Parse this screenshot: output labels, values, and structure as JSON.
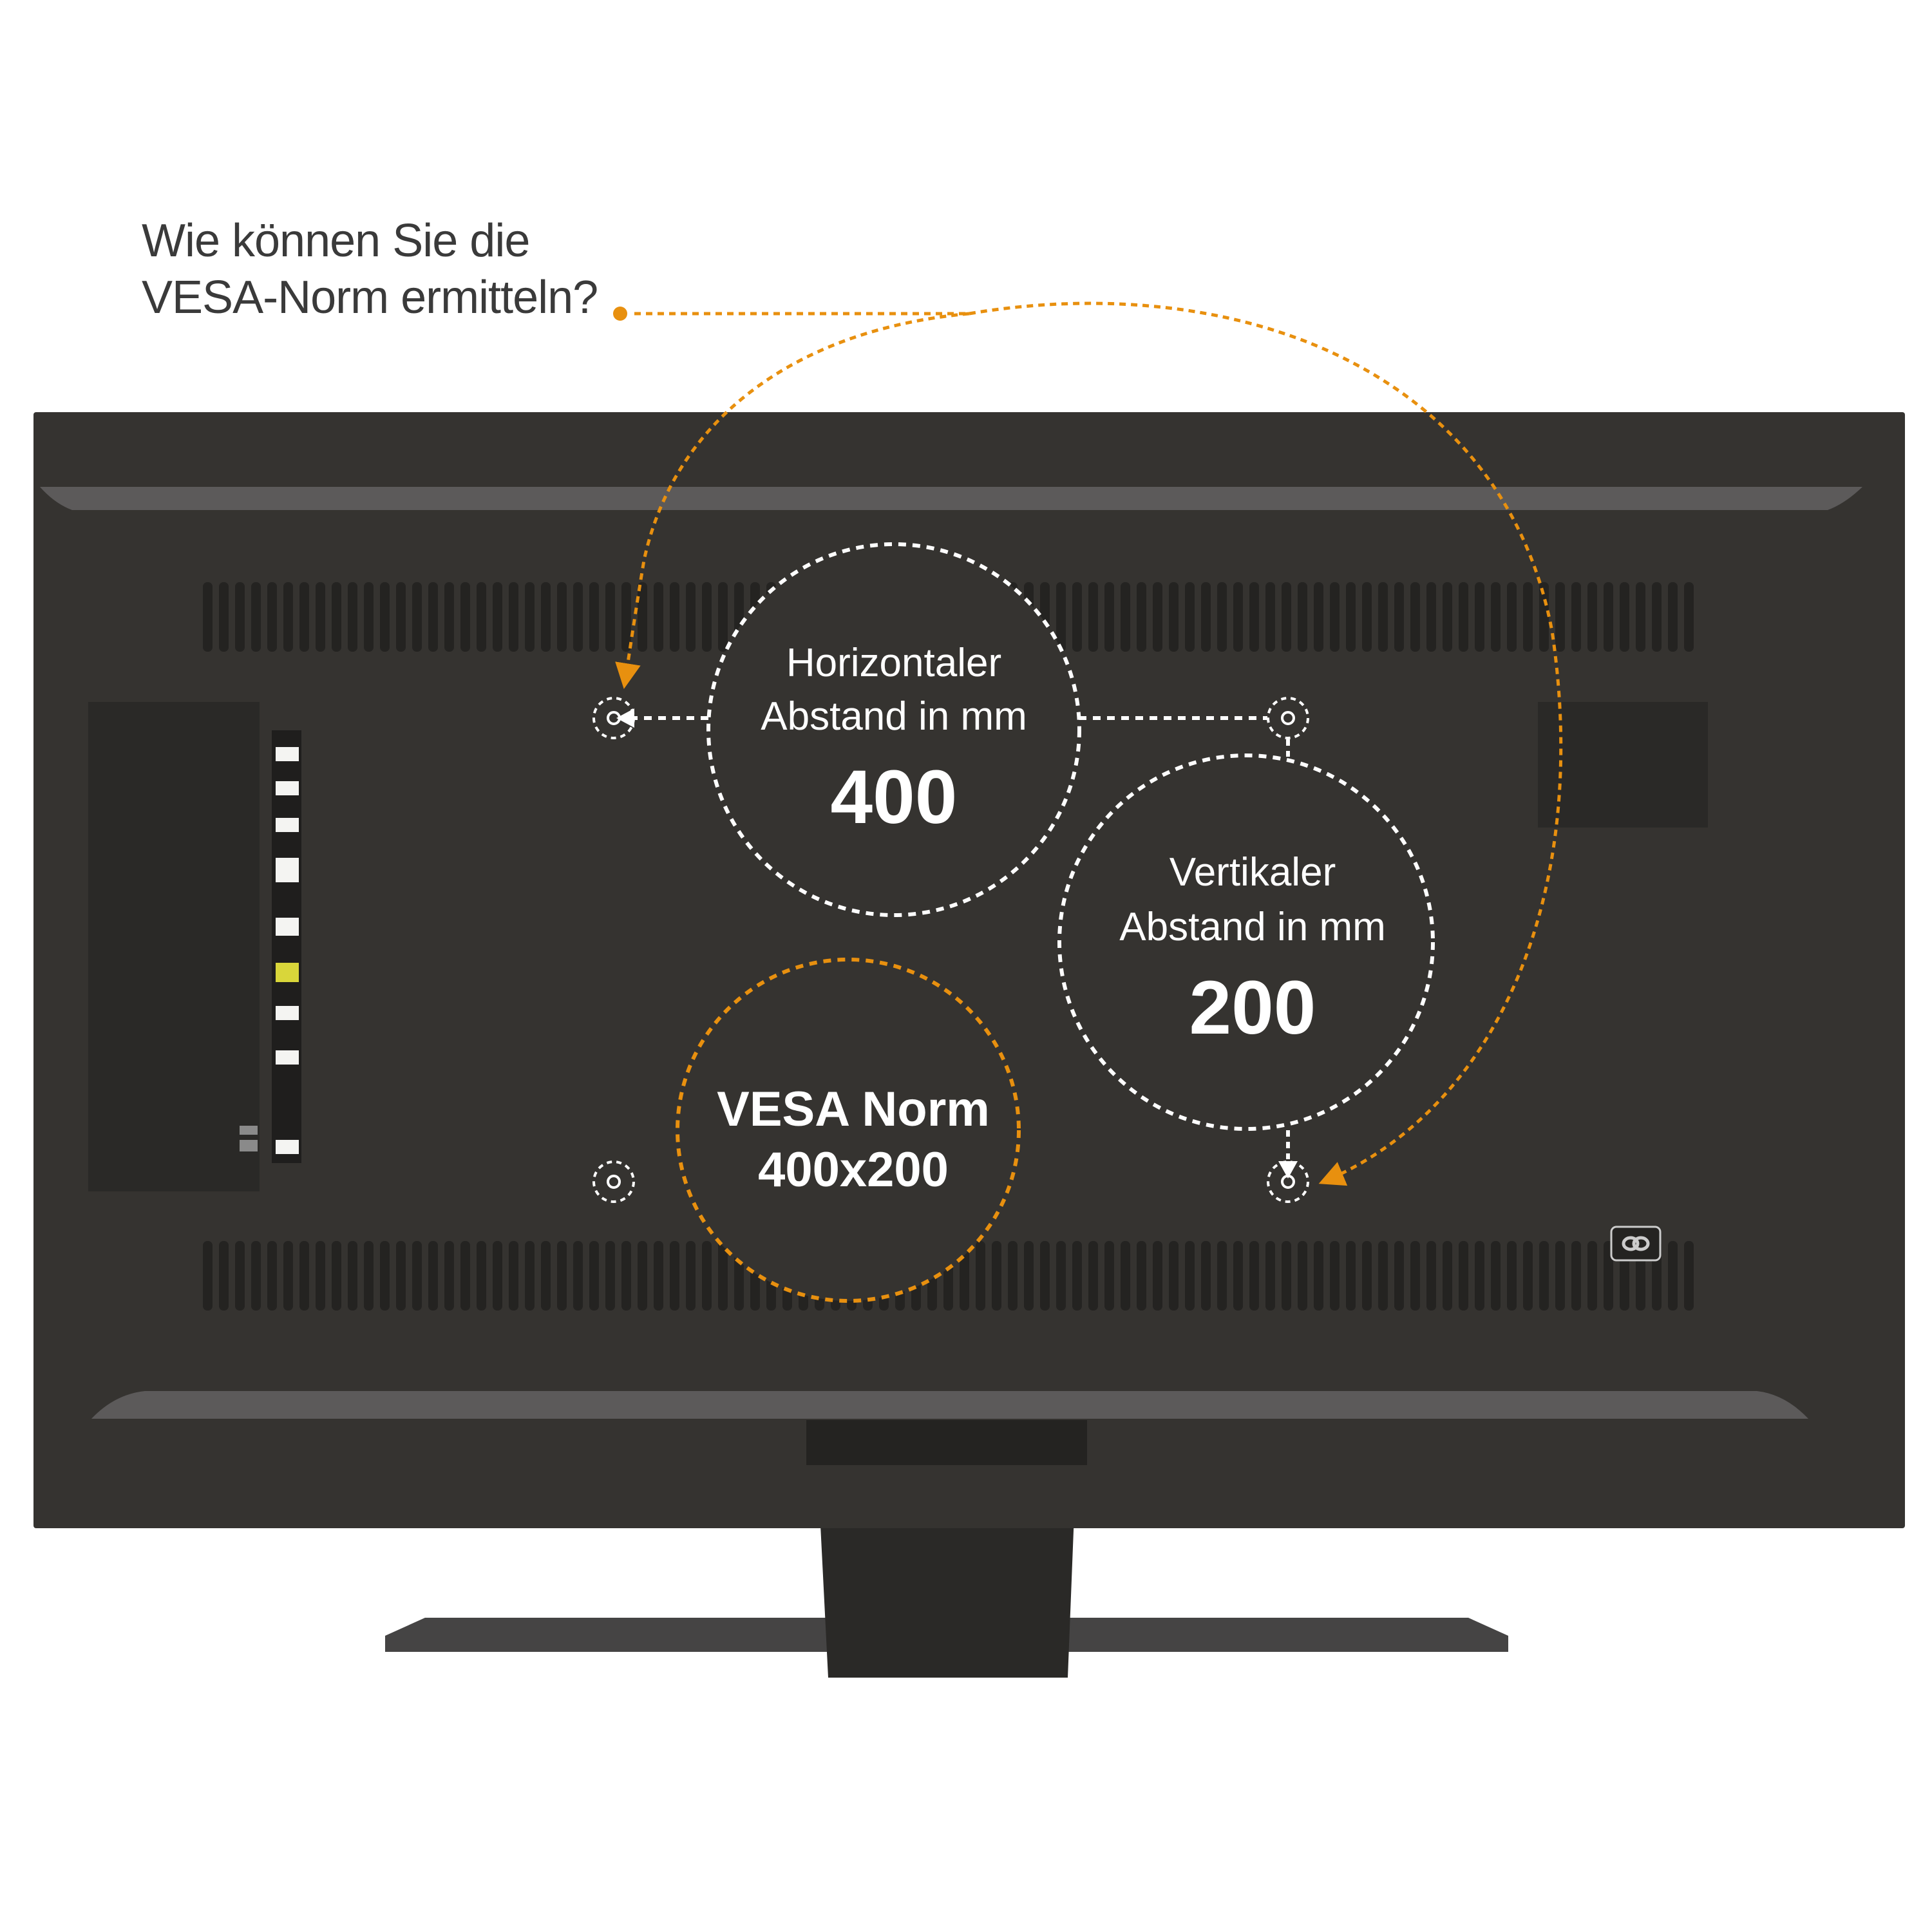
{
  "question": {
    "line1": "Wie können Sie die",
    "line2": "VESA-Norm ermitteln?"
  },
  "horizontal": {
    "label_line1": "Horizontaler",
    "label_line2": "Abstand in mm",
    "value": "400"
  },
  "vertical": {
    "label_line1": "Vertikaler",
    "label_line2": "Abstand in mm",
    "value": "200"
  },
  "vesa": {
    "line1": "VESA Norm",
    "line2": "400x200"
  },
  "colors": {
    "accent": "#E8900F",
    "tv_body": "#353330",
    "tv_rim": "#5c5a5a",
    "vent": "#242321",
    "white": "#ffffff",
    "port_yellow": "#d9d63a"
  },
  "icons": {
    "power_socket": "power-socket-icon",
    "mount_hole": "screw-hole-icon"
  }
}
